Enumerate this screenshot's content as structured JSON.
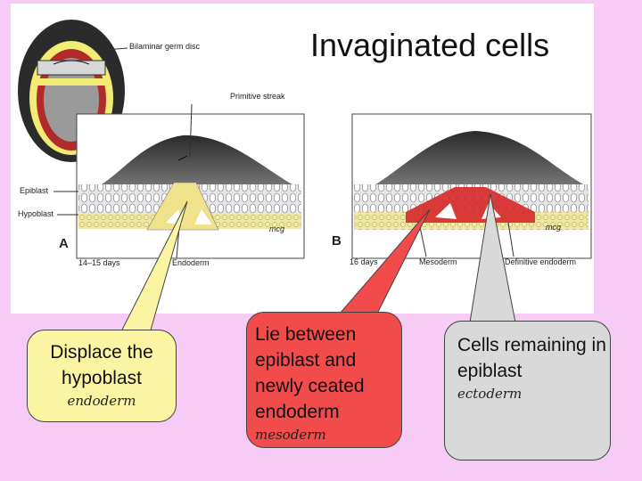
{
  "title": "Invaginated cells",
  "figure": {
    "labels": {
      "bilaminar": "Bilaminar germ disc",
      "primitive_streak": "Primitive streak",
      "epiblast": "Epiblast",
      "hypoblast": "Hypoblast",
      "panel_a": "A",
      "panel_b": "B",
      "days_a": "14–15 days",
      "days_b": "16 days",
      "endoderm_a": "Endoderm",
      "mesoderm_b": "Mesoderm",
      "def_endoderm_b": "Definitive endoderm",
      "signature_a": "mcg",
      "signature_b": "mcg"
    }
  },
  "callouts": [
    {
      "main": "Displace the hypoblast",
      "sub": "endoderm",
      "color": "#fbf5a3"
    },
    {
      "main": "Lie between epiblast and newly ceated endoderm",
      "sub": "mesoderm",
      "color": "#f14b4b"
    },
    {
      "main": "Cells remaining in epiblast",
      "sub": "ectoderm",
      "color": "#d9d9d9"
    }
  ]
}
